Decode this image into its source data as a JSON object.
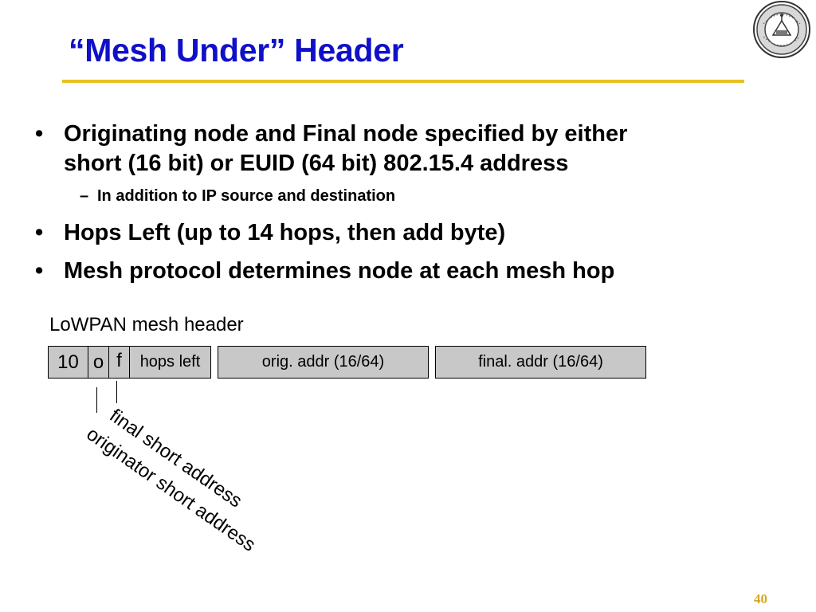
{
  "slide": {
    "title": "“Mesh Under” Header",
    "bullets": [
      {
        "lines": [
          "Originating node and Final node specified by either",
          "short (16 bit) or EUID (64 bit) 802.15.4 address"
        ],
        "sub": [
          "In addition to IP source and destination"
        ]
      },
      {
        "lines": [
          "Hops Left (up to 14 hops, then add byte)"
        ]
      },
      {
        "lines": [
          "Mesh protocol determines node at each mesh hop"
        ]
      }
    ],
    "bullet_symbol": "•",
    "sub_symbol": "–",
    "page_number": "40"
  },
  "diagram": {
    "caption": "LoWPAN mesh header",
    "fields": {
      "dispatch": "10",
      "o": "o",
      "f": "f",
      "hops_left": "hops left",
      "orig_addr": "orig. addr (16/64)",
      "final_addr": "final. addr (16/64)"
    },
    "annotations": {
      "final": "final short address",
      "originator": "originator short address"
    }
  },
  "colors": {
    "title": "#1010c8",
    "rule": "#e8c020",
    "field_fill": "#c8c8c8",
    "page_number": "#d4a820"
  },
  "icons": {
    "seal": "university-seal-logo"
  }
}
